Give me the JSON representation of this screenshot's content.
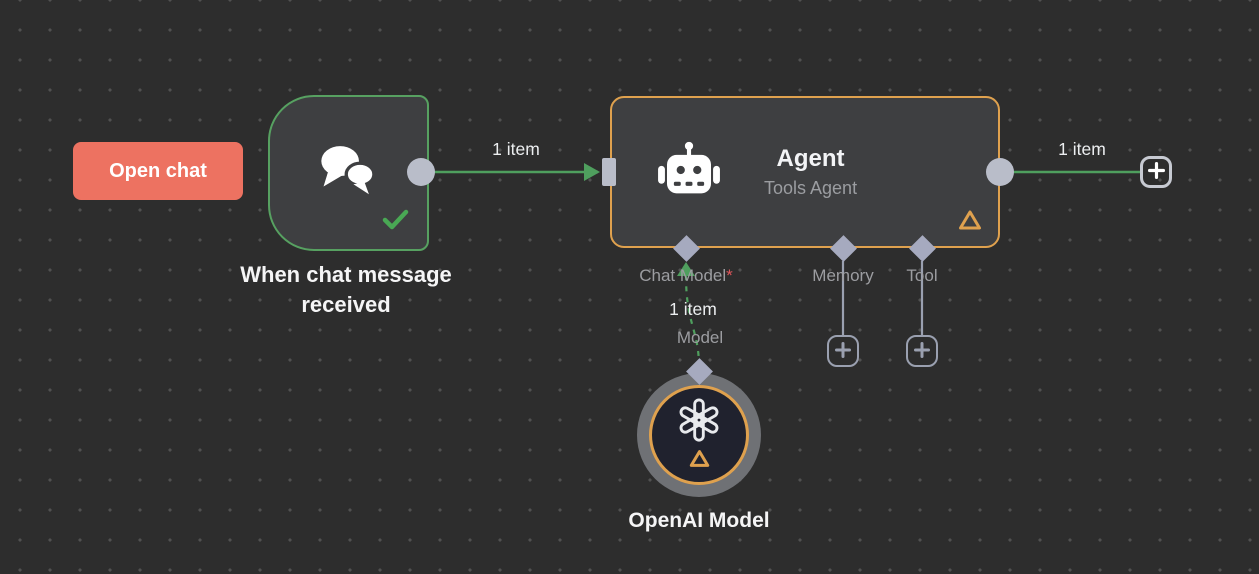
{
  "toolbar": {
    "open_chat_label": "Open chat"
  },
  "nodes": {
    "chat_trigger": {
      "label": "When chat message received"
    },
    "agent": {
      "title": "Agent",
      "subtitle": "Tools Agent",
      "ports": {
        "chat_model": {
          "label": "Chat Model",
          "required_marker": "*"
        },
        "memory": {
          "label": "Memory"
        },
        "tool": {
          "label": "Tool"
        }
      }
    },
    "openai_model": {
      "label": "OpenAI Model",
      "port_label": "Model"
    }
  },
  "edges": {
    "trigger_to_agent": {
      "label": "1 item"
    },
    "agent_to_add": {
      "label": "1 item"
    },
    "model_to_agent": {
      "label": "1 item"
    }
  },
  "colors": {
    "background": "#2d2d2d",
    "node_fill": "#3e3f41",
    "trigger_border_green": "#57a161",
    "connection_green": "#4f9f5e",
    "agent_border_orange": "#dfa14e",
    "warning_orange": "#dfa14e",
    "open_chat_bg": "#ed7261",
    "required_red": "#e0565b",
    "diamond_port": "#a6aabf",
    "endpoint_gray": "#b9bdc9",
    "aux_line_gray": "#9aa0b0",
    "label_gray": "#9c9da1",
    "text_white": "#f3f4f6",
    "openai_node_fill": "#20222e"
  }
}
